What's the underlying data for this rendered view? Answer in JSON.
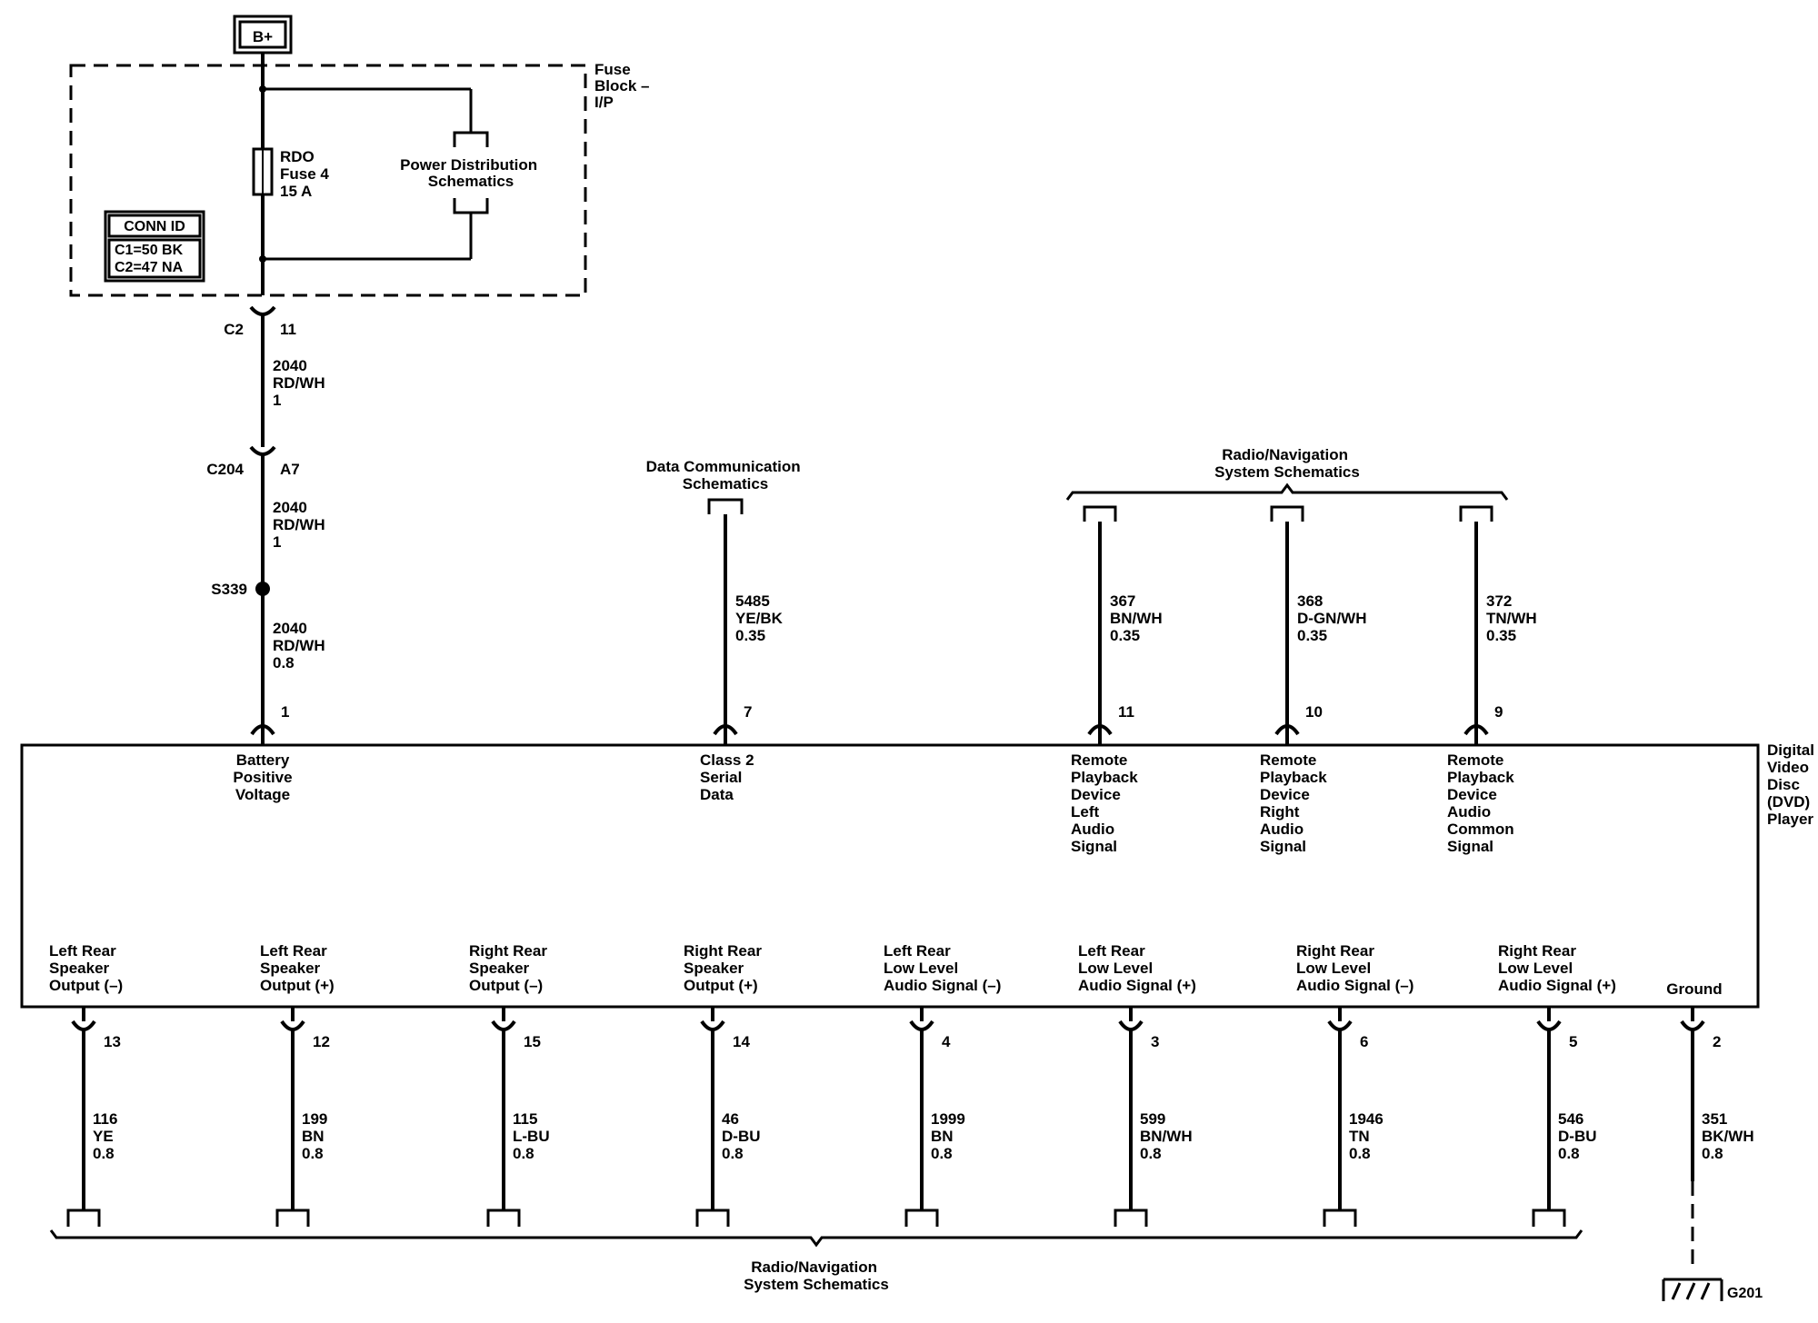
{
  "power": {
    "source": "B+",
    "fuse_block_label": [
      "Fuse",
      "Block –",
      "I/P"
    ],
    "fuse_label": [
      "RDO",
      "Fuse 4",
      "15 A"
    ],
    "power_dist_label": [
      "Power Distribution",
      "Schematics"
    ],
    "conn_id": {
      "title": "CONN ID",
      "lines": [
        "C1=50 BK",
        "C2=47 NA"
      ]
    }
  },
  "supply_chain": {
    "c2": {
      "name": "C2",
      "pin": "11"
    },
    "wire1": [
      "2040",
      "RD/WH",
      "1"
    ],
    "c204": {
      "name": "C204",
      "pin": "A7"
    },
    "wire2": [
      "2040",
      "RD/WH",
      "1"
    ],
    "splice": "S339",
    "wire3": [
      "2040",
      "RD/WH",
      "0.8"
    ]
  },
  "module": {
    "name": [
      "Digital",
      "Video",
      "Disc",
      "(DVD)",
      "Player"
    ]
  },
  "top_refs": {
    "data_comm": [
      "Data Communication",
      "Schematics"
    ],
    "radio_nav_top": [
      "Radio/Navigation",
      "System Schematics"
    ],
    "radio_nav_bottom": [
      "Radio/Navigation",
      "System Schematics"
    ],
    "ground_id": "G201"
  },
  "top_pins": [
    {
      "pin": "1",
      "wire": [
        "2040",
        "RD/WH",
        "0.8"
      ],
      "label": [
        "Battery",
        "Positive",
        "Voltage"
      ]
    },
    {
      "pin": "7",
      "wire": [
        "5485",
        "YE/BK",
        "0.35"
      ],
      "label": [
        "Class 2",
        "Serial",
        "Data"
      ]
    },
    {
      "pin": "11",
      "wire": [
        "367",
        "BN/WH",
        "0.35"
      ],
      "label": [
        "Remote",
        "Playback",
        "Device",
        "Left",
        "Audio",
        "Signal"
      ]
    },
    {
      "pin": "10",
      "wire": [
        "368",
        "D-GN/WH",
        "0.35"
      ],
      "label": [
        "Remote",
        "Playback",
        "Device",
        "Right",
        "Audio",
        "Signal"
      ]
    },
    {
      "pin": "9",
      "wire": [
        "372",
        "TN/WH",
        "0.35"
      ],
      "label": [
        "Remote",
        "Playback",
        "Device",
        "Audio",
        "Common",
        "Signal"
      ]
    }
  ],
  "bottom_pins": [
    {
      "pin": "13",
      "wire": [
        "116",
        "YE",
        "0.8"
      ],
      "label": [
        "Left Rear",
        "Speaker",
        "Output (–)"
      ]
    },
    {
      "pin": "12",
      "wire": [
        "199",
        "BN",
        "0.8"
      ],
      "label": [
        "Left Rear",
        "Speaker",
        "Output (+)"
      ]
    },
    {
      "pin": "15",
      "wire": [
        "115",
        "L-BU",
        "0.8"
      ],
      "label": [
        "Right Rear",
        "Speaker",
        "Output (–)"
      ]
    },
    {
      "pin": "14",
      "wire": [
        "46",
        "D-BU",
        "0.8"
      ],
      "label": [
        "Right Rear",
        "Speaker",
        "Output (+)"
      ]
    },
    {
      "pin": "4",
      "wire": [
        "1999",
        "BN",
        "0.8"
      ],
      "label": [
        "Left Rear",
        "Low Level",
        "Audio Signal (–)"
      ]
    },
    {
      "pin": "3",
      "wire": [
        "599",
        "BN/WH",
        "0.8"
      ],
      "label": [
        "Left Rear",
        "Low Level",
        "Audio Signal (+)"
      ]
    },
    {
      "pin": "6",
      "wire": [
        "1946",
        "TN",
        "0.8"
      ],
      "label": [
        "Right Rear",
        "Low Level",
        "Audio Signal (–)"
      ]
    },
    {
      "pin": "5",
      "wire": [
        "546",
        "D-BU",
        "0.8"
      ],
      "label": [
        "Right Rear",
        "Low Level",
        "Audio Signal (+)"
      ]
    },
    {
      "pin": "2",
      "wire": [
        "351",
        "BK/WH",
        "0.8"
      ],
      "label": [
        "Ground"
      ]
    }
  ]
}
